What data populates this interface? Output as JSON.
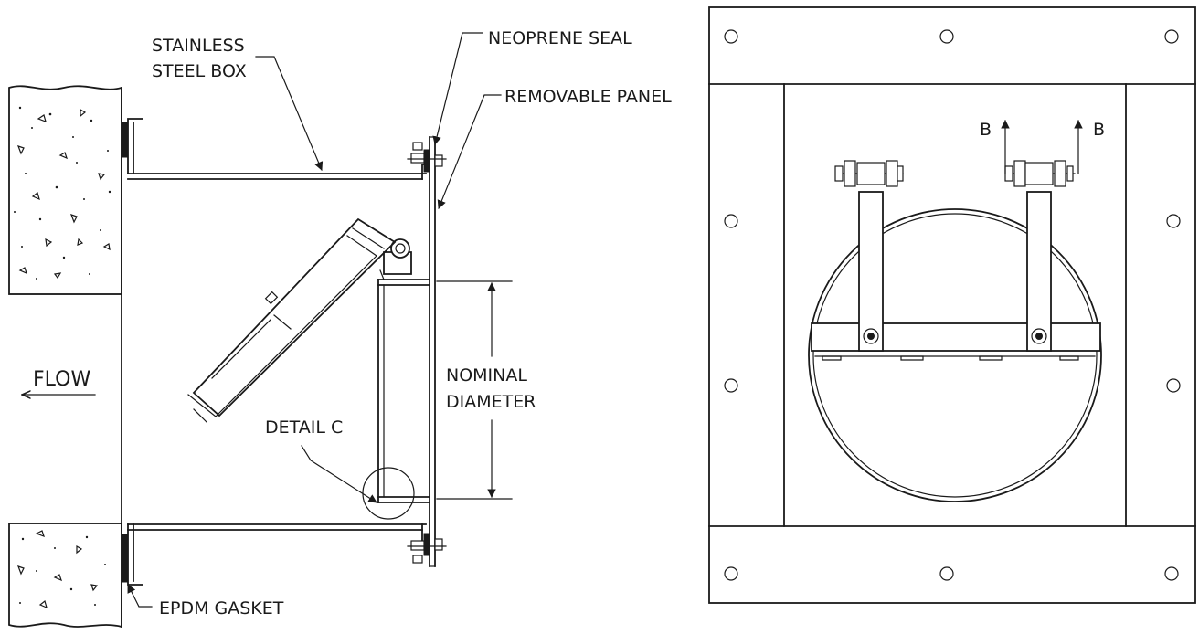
{
  "labels": {
    "stainless_steel_box_line1": "STAINLESS",
    "stainless_steel_box_line2": "STEEL BOX",
    "neoprene_seal": "NEOPRENE SEAL",
    "removable_panel": "REMOVABLE PANEL",
    "flow": "FLOW",
    "nominal_diameter_line1": "NOMINAL",
    "nominal_diameter_line2": "DIAMETER",
    "detail_c": "DETAIL C",
    "epdm_gasket": "EPDM GASKET",
    "section_b_left": "B",
    "section_b_right": "B"
  },
  "icons": {
    "flow_arrow": "arrow-left-icon",
    "section_arrow": "arrow-up-icon",
    "bolt_hole": "circle-hole-icon"
  },
  "colors": {
    "line": "#1a1a1a",
    "background": "#ffffff"
  }
}
